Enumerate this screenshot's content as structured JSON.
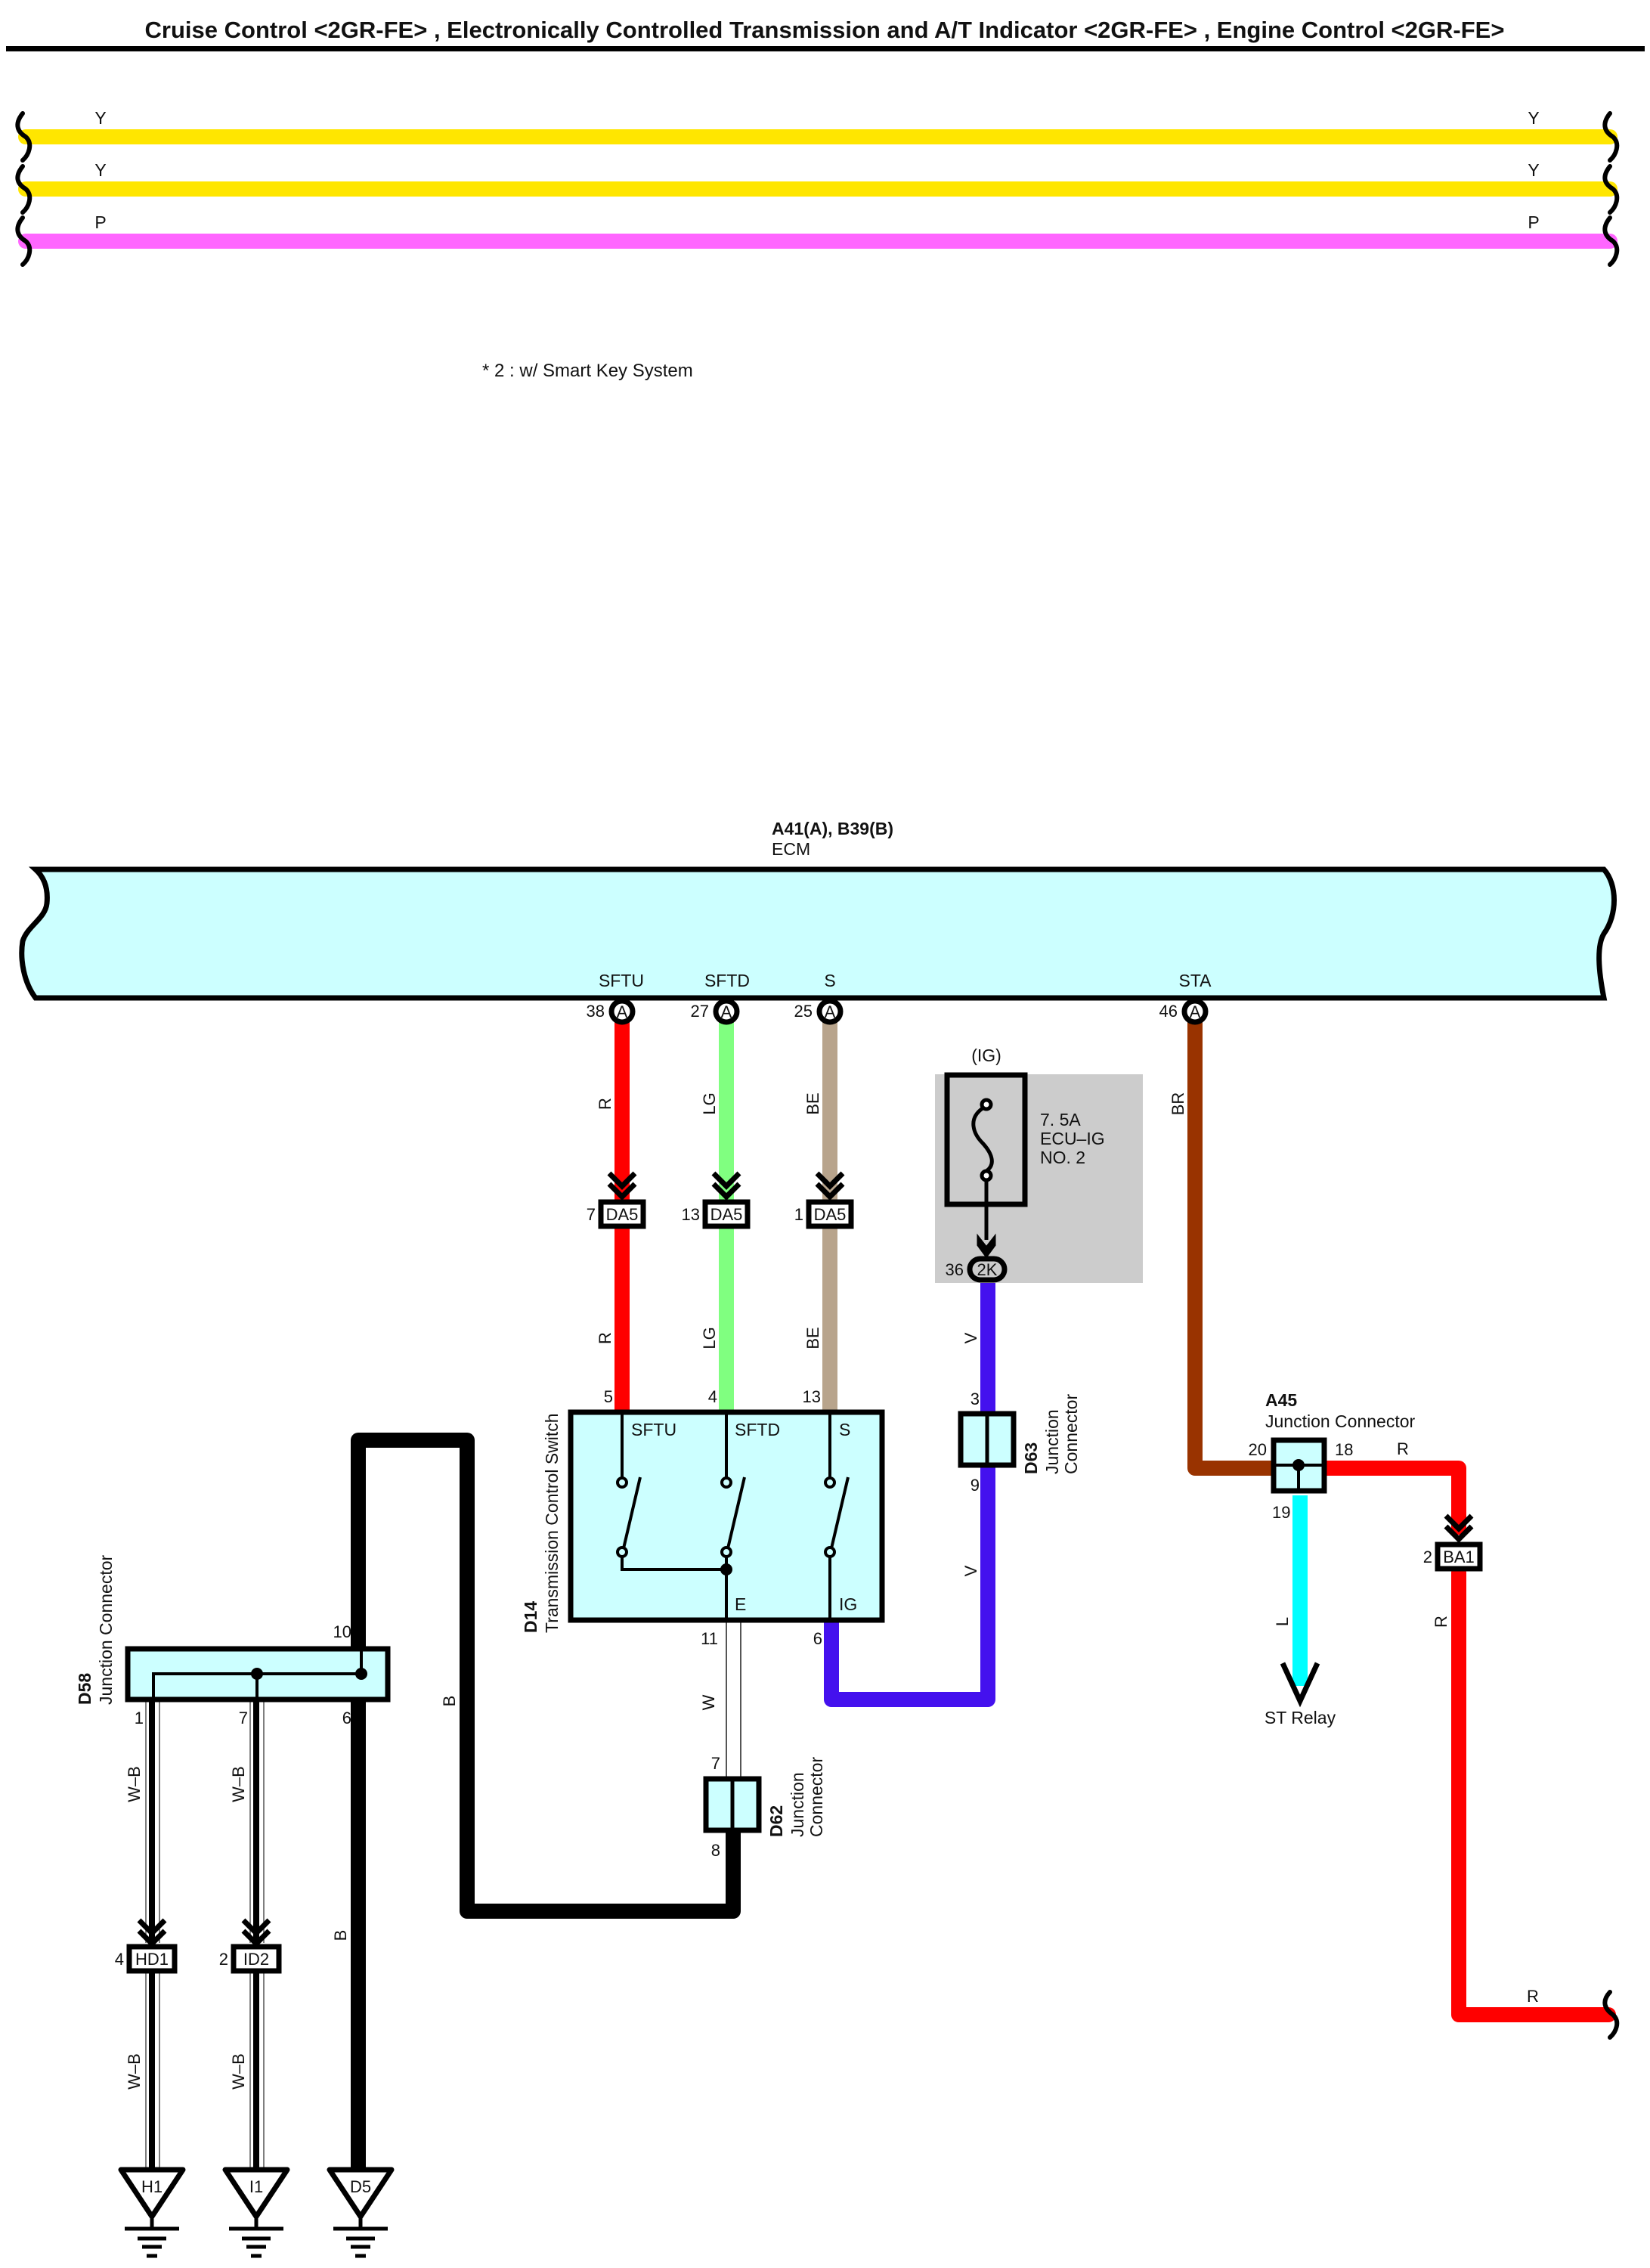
{
  "header": {
    "title": "Cruise Control <2GR-FE> , Electronically Controlled Transmission and A/T Indicator <2GR-FE> , Engine Control <2GR-FE>"
  },
  "colors": {
    "Y": "#ffe600",
    "P": "#ff66ff",
    "R": "#ff0000",
    "LG": "#80ff80",
    "BE": "#b8a48c",
    "BR": "#993300",
    "V": "#4411ee",
    "L": "#00ffff",
    "B": "#000000",
    "W": "#ffffff",
    "component_fill": "#ccffff",
    "fuse_block_fill": "#cccccc"
  },
  "continued_wires": [
    {
      "color_code": "Y",
      "label_left": "Y",
      "label_right": "Y"
    },
    {
      "color_code": "Y",
      "label_left": "Y",
      "label_right": "Y"
    },
    {
      "color_code": "P",
      "label_left": "P",
      "label_right": "P"
    }
  ],
  "footnote": "* 2 : w/ Smart Key System",
  "ecm": {
    "code": "A41(A), B39(B)",
    "name": "ECM",
    "terminals": [
      {
        "signal": "SFTU",
        "pin": "38",
        "connector": "A",
        "wire_color": "R"
      },
      {
        "signal": "SFTD",
        "pin": "27",
        "connector": "A",
        "wire_color": "LG"
      },
      {
        "signal": "S",
        "pin": "25",
        "connector": "A",
        "wire_color": "BE"
      },
      {
        "signal": "STA",
        "pin": "46",
        "connector": "A",
        "wire_color": "BR"
      }
    ]
  },
  "da5_connectors": [
    {
      "pin": "7",
      "code": "DA5",
      "wire_color": "R"
    },
    {
      "pin": "13",
      "code": "DA5",
      "wire_color": "LG"
    },
    {
      "pin": "1",
      "code": "DA5",
      "wire_color": "BE"
    }
  ],
  "fuse": {
    "source": "(IG)",
    "rating": "7. 5A",
    "name_line1": "ECU–IG",
    "name_line2": "NO. 2",
    "out_pin": "36",
    "out_connector": "2K",
    "wire_color": "V"
  },
  "d14": {
    "code": "D14",
    "name": "Transmission Control Switch",
    "top_pins": [
      {
        "pin": "5",
        "signal": "SFTU",
        "wire_color": "R"
      },
      {
        "pin": "4",
        "signal": "SFTD",
        "wire_color": "LG"
      },
      {
        "pin": "13",
        "signal": "S",
        "wire_color": "BE"
      }
    ],
    "bottom_pins": [
      {
        "pin": "11",
        "signal": "E",
        "wire_color": "W"
      },
      {
        "pin": "6",
        "signal": "IG",
        "wire_color": "V"
      }
    ]
  },
  "d63": {
    "code": "D63",
    "name_line1": "Junction",
    "name_line2": "Connector",
    "pin_top": "3",
    "pin_bottom": "9",
    "wire_color": "V"
  },
  "d62": {
    "code": "D62",
    "name_line1": "Junction",
    "name_line2": "Connector",
    "pin_top": "7",
    "pin_bottom": "8",
    "wire_top": "W",
    "wire_bottom": "B"
  },
  "d58": {
    "code": "D58",
    "name": "Junction Connector",
    "pins": {
      "top_right": "10",
      "bottom_left": "1",
      "bottom_mid": "7",
      "bottom_right": "6"
    }
  },
  "a45": {
    "code": "A45",
    "name": "Junction Connector",
    "pin_left": "20",
    "pin_right": "18",
    "pin_bottom": "19",
    "wire_right": "R",
    "wire_bottom": "L"
  },
  "ba1": {
    "pin": "2",
    "code": "BA1",
    "wire_color": "R"
  },
  "st_relay": {
    "label": "ST Relay",
    "wire_color": "L"
  },
  "wire_labels": {
    "r_upper": "R",
    "lg_upper": "LG",
    "be_upper": "BE",
    "br": "BR",
    "r_lower": "R",
    "lg_lower": "LG",
    "be_lower": "BE",
    "v_upper": "V",
    "v_lower": "V",
    "w": "W",
    "b_loop": "B",
    "b_ground": "B",
    "wb1_upper": "W–B",
    "wb2_upper": "W–B",
    "wb1_lower": "W–B",
    "wb2_lower": "W–B",
    "l": "L",
    "r_a45": "R",
    "r_ba1": "R",
    "r_bottom": "R"
  },
  "ground_connectors": [
    {
      "pin": "4",
      "code": "HD1",
      "ground": "H1",
      "wire_color": "W-B"
    },
    {
      "pin": "2",
      "code": "ID2",
      "ground": "I1",
      "wire_color": "W-B"
    },
    {
      "pin": "",
      "code": "",
      "ground": "D5",
      "wire_color": "B"
    }
  ]
}
